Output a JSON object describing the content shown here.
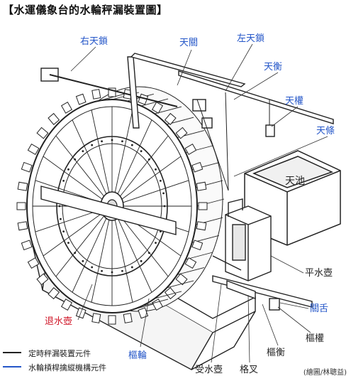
{
  "title": "【水運儀象台的水輪秤漏裝置圖】",
  "labels": {
    "you_tian_suo": "右天鎖",
    "tian_guan": "天關",
    "zuo_tian_suo": "左天鎖",
    "tian_heng": "天衡",
    "tian_quan": "天權",
    "tian_tiao": "天條",
    "tian_chi": "天池",
    "ping_shui_hu": "平水壺",
    "guan_she": "關舌",
    "tui_shui_hu": "退水壺",
    "shu_quan": "樞權",
    "shu_heng": "樞衡",
    "ge_cha": "格叉",
    "shu_lun": "樞輪",
    "shou_shui_hu": "受水壺"
  },
  "legend": {
    "item1": "定時秤漏裝置元件",
    "item2": "水輪槓桿擒縱機構元件"
  },
  "colors": {
    "blue": "#2456c8",
    "red": "#d0192a",
    "line_dark": "#222222",
    "line_blue": "#2456c8"
  },
  "credit": "(繪圖/林聰益)"
}
